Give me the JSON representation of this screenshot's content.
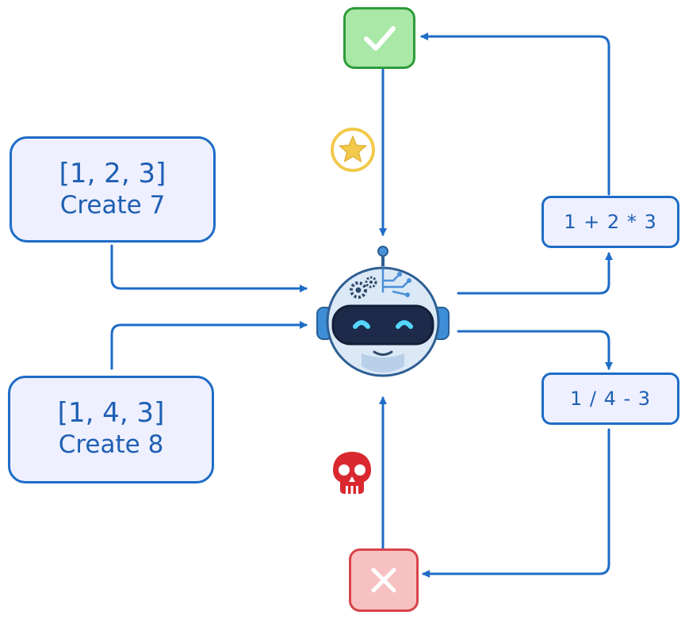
{
  "examples": [
    {
      "list": "[1, 2, 3]",
      "task": "Create 7"
    },
    {
      "list": "[1, 4, 3]",
      "task": "Create 8"
    }
  ],
  "outputs": [
    {
      "expression": "1 + 2 * 3",
      "result": "correct"
    },
    {
      "expression": "1 / 4 - 3",
      "result": "incorrect"
    }
  ],
  "icons": {
    "success": "check-icon",
    "failure": "cross-icon",
    "reward": "star-icon",
    "penalty": "skull-icon",
    "model": "robot-icon"
  },
  "colors": {
    "arrow": "#1e6cc7",
    "box_fill": "#eef0ff",
    "success_fill": "#a9e8a7",
    "success_border": "#2e9c3a",
    "failure_fill": "#f7c1c1",
    "failure_border": "#d8444a",
    "star": "#f2c94c",
    "skull": "#d9282f"
  }
}
